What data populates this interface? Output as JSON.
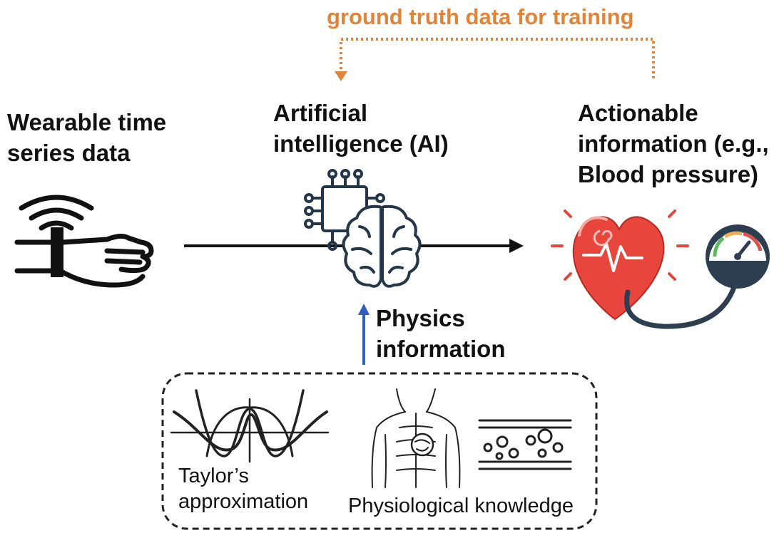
{
  "feedback_label": "ground truth data for training",
  "input": {
    "line1": "Wearable time",
    "line2": "series data",
    "icon": "wrist-wearable-icon"
  },
  "ai": {
    "line1": "Artificial",
    "line2": "intelligence (AI)",
    "icon": "ai-brain-chip-icon"
  },
  "output": {
    "line1": "Actionable",
    "line2": "information (e.g.,",
    "line3": "Blood pressure)",
    "icon": "heart-blood-pressure-gauge-icon"
  },
  "physics": {
    "line1": "Physics",
    "line2": "information",
    "arrow_color": "#2f5fbf"
  },
  "knowledge_box": {
    "taylor_line1": "Taylor’s",
    "taylor_line2": "approximation",
    "physio_label": "Physiological knowledge",
    "taylor_icon": "taylor-approximation-curves-icon",
    "body_icon": "human-torso-heart-icon",
    "vessel_icon": "blood-vessel-cells-icon"
  },
  "colors": {
    "accent_orange": "#e0843a",
    "physics_blue": "#2f5fbf",
    "heart_red": "#e8453c",
    "ink": "#111111",
    "dark_navy": "#2d3e50"
  }
}
